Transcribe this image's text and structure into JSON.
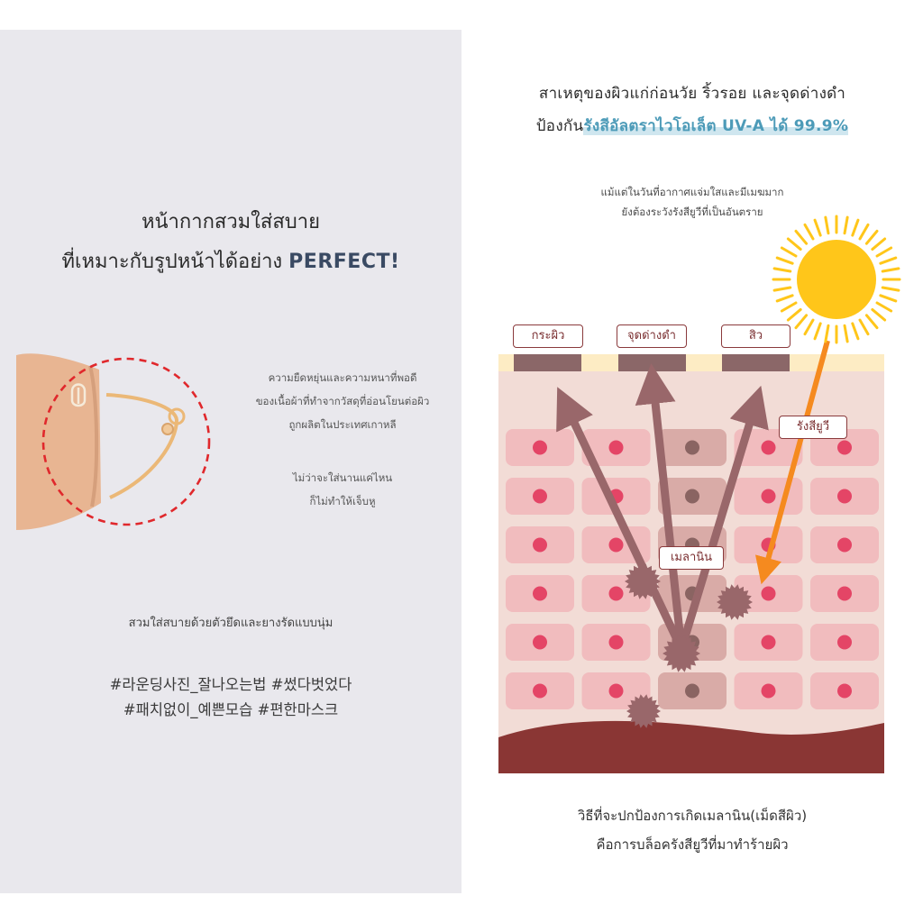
{
  "left": {
    "headline_1": "หน้ากากสวมใส่สบาย",
    "headline_2_prefix": "ที่เหมาะกับรูปหน้าได้อย่าง ",
    "headline_2_emphasis": "PERFECT!",
    "note_lines": [
      "ความยืดหยุ่นและความหนาที่พอดี",
      "ของเนื้อผ้าที่ทำจากวัสดุที่อ่อนโยนต่อผิว",
      "ถูกผลิตในประเทศเกาหลี"
    ],
    "note2_lines": [
      "ไม่ว่าจะใส่นานแค่ไหน",
      "ก็ไม่ทำให้เจ็บหู"
    ],
    "caption": "สวมใส่สบายด้วยตัวยึดและยางรัดแบบนุ่ม",
    "hashtags_1": "#라운딩사진_잘나오는법 #썼다벗었다",
    "hashtags_2": "#패치없이_예쁜모습 #편한마스크"
  },
  "right": {
    "title_1": "สาเหตุของผิวแก่ก่อนวัย ริ้วรอย และจุดด่างดำ",
    "title_2_prefix": "ป้องกัน",
    "title_2_highlight": "รังสีอัลตราไวโอเล็ต UV-A ได้ 99.9%",
    "note_lines": [
      "แม้แต่ในวันที่อากาศแจ่มใสและมีเมฆมาก",
      "ยังต้องระวังรังสียูวีที่เป็นอันตราย"
    ],
    "labels": {
      "freckle": "กระผิว",
      "dark_spot": "จุดด่างดำ",
      "acne": "สิว",
      "uv": "รังสียูวี",
      "melanin": "เมลานิน"
    },
    "bottom_lines": [
      "วิธีที่จะปกป้องการเกิดเมลานิน(เม็ดสีผิว)",
      "คือการบล็อครังสียูวีที่มาทำร้ายผิว"
    ]
  },
  "colors": {
    "left_bg": "#e9e8ed",
    "skin_bg": "#f2dcd6",
    "cell": "#f1bcbe",
    "cell_nucleus": "#e44566",
    "dark_cell": "#d9aba7",
    "dark_nucleus": "#8a6462",
    "arrow_melanin": "#99676a",
    "uv_arrow": "#f58a1f",
    "sun": "#ffc61a",
    "dermis": "#8a3634",
    "highlight_text": "#4d9bb8",
    "dashed_circle": "#e0282c"
  }
}
